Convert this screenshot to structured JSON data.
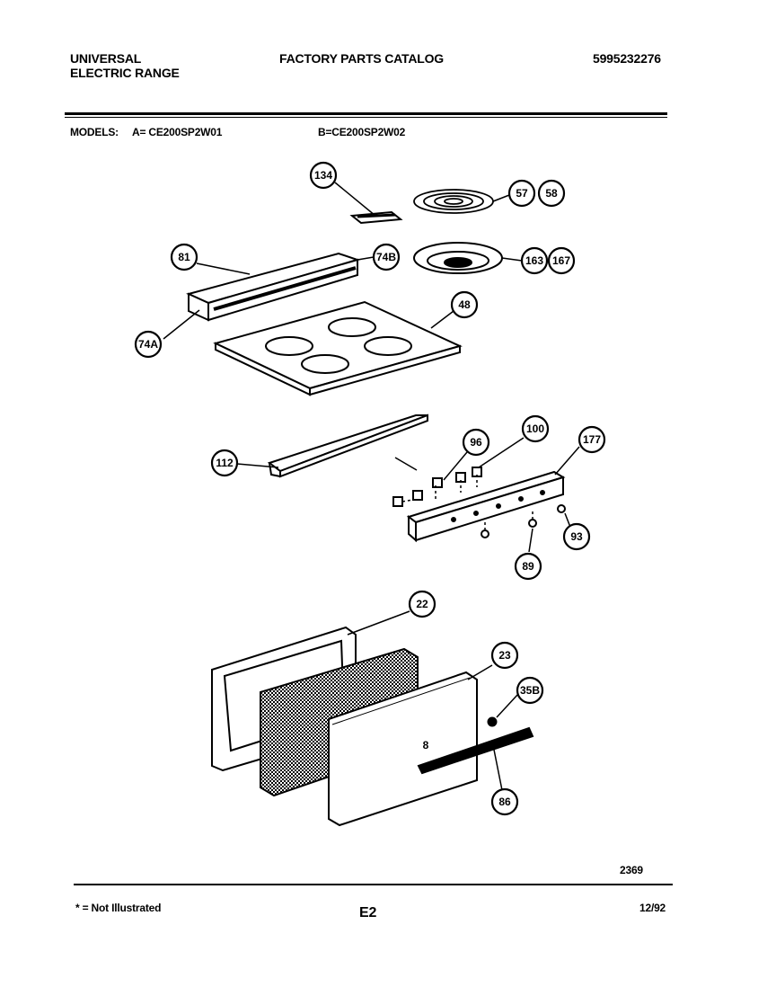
{
  "header": {
    "brand_line1": "UNIVERSAL",
    "brand_line2": "ELECTRIC RANGE",
    "catalog_title": "FACTORY PARTS CATALOG",
    "catalog_number": "5995232276"
  },
  "models": {
    "label": "MODELS:",
    "model_a": "A= CE200SP2W01",
    "model_b": "B=CE200SP2W02"
  },
  "callouts": [
    "134",
    "57",
    "58",
    "81",
    "74B",
    "163",
    "167",
    "74A",
    "48",
    "112",
    "96",
    "100",
    "177",
    "93",
    "89",
    "22",
    "23",
    "35B",
    "86"
  ],
  "door_mark": "8",
  "footer": {
    "diagram_number": "2369",
    "note": "* = Not Illustrated",
    "page": "E2",
    "date": "12/92"
  }
}
